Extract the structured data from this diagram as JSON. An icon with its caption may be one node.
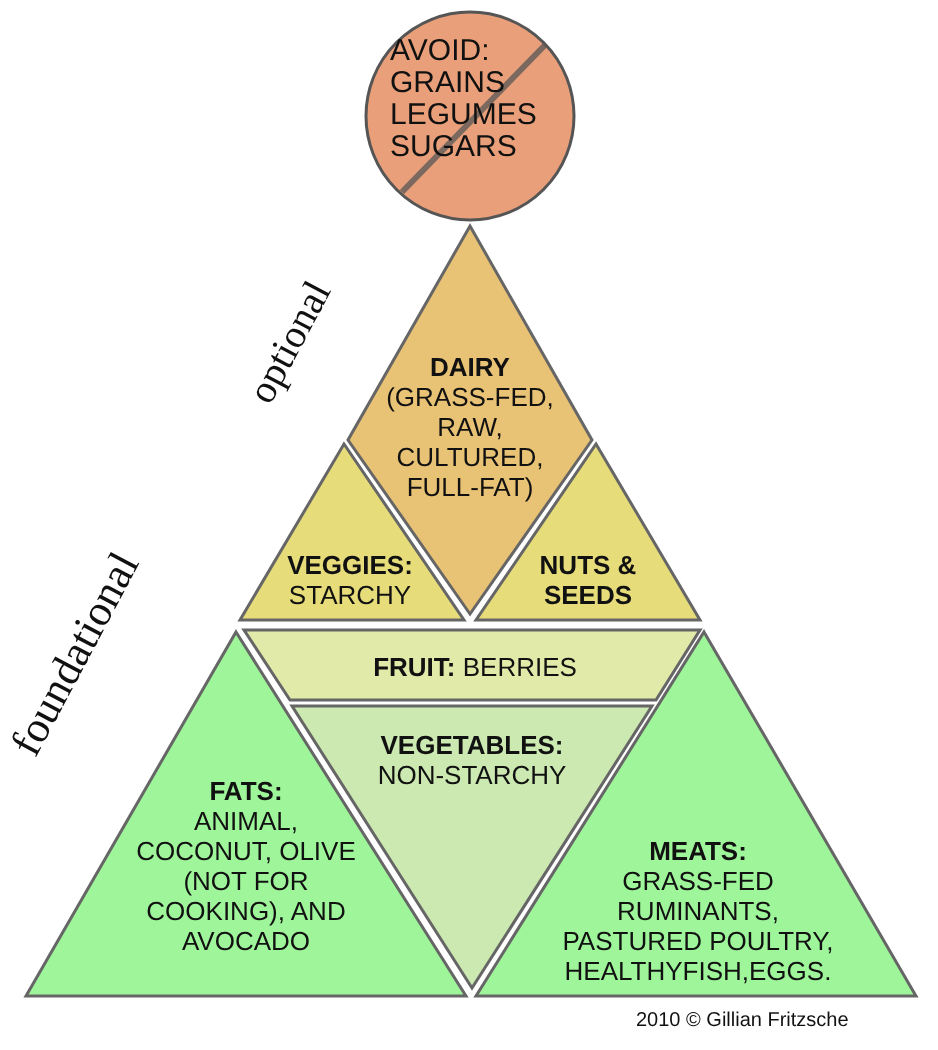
{
  "diagram": {
    "nodes": [
      {
        "text": [
          "AVOID:",
          "GRAINS LEGUMES SUGARS"
        ]
      },
      {
        "text": [
          "DAIRY",
          "(GRASS-FED, RAW, CULTURED, FULL-FAT)"
        ]
      },
      {
        "text": [
          "VEGGIES:",
          "STARCHY"
        ]
      },
      {
        "text": [
          "NUTS & SEEDS"
        ]
      },
      {
        "text": [
          "**FRUIT:** BERRIES"
        ]
      },
      {
        "text": [
          "VEGETABLES:",
          "NON-STARCHY"
        ]
      },
      {
        "text": [
          "FATS:",
          "ANIMAL, COCONUT, OLIVE (NOT FOR COOKING), AND AVOCADO"
        ]
      },
      {
        "text": [
          "MEATS:",
          "GRASS-FED RUMINANTS, PASTURED POULTRY, HEALTHYFISH,EGGS."
        ]
      }
    ],
    "labels": [
      "optional",
      "foundational",
      "2010 © Gillian Fritzsche"
    ]
  }
}
